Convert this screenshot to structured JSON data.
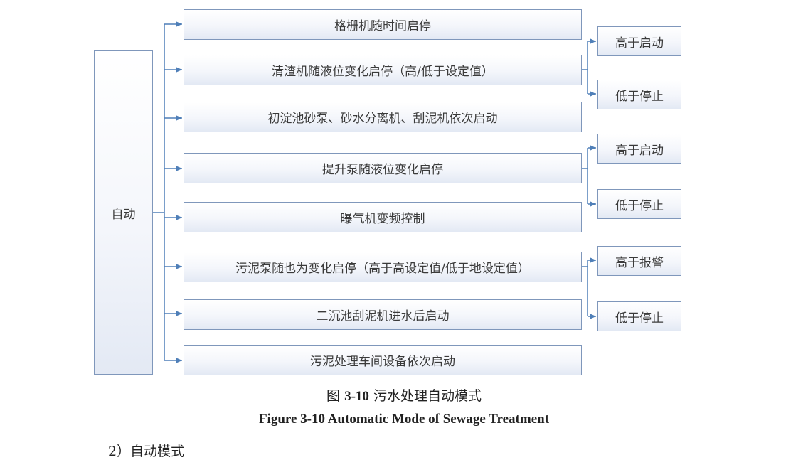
{
  "diagram": {
    "root": "自动",
    "steps": [
      "格栅机随时间启停",
      "清渣机随液位变化启停（高/低于设定值）",
      "初淀池砂泵、砂水分离机、刮泥机依次启动",
      "提升泵随液位变化启停",
      "曝气机变频控制",
      "污泥泵随也为变化启停（高于高设定值/低于地设定值）",
      "二沉池刮泥机进水后启动",
      "污泥处理车间设备依次启动"
    ],
    "branch_groups": [
      {
        "step_index": 1,
        "high": "高于启动",
        "low": "低于停止"
      },
      {
        "step_index": 3,
        "high": "高于启动",
        "low": "低于停止"
      },
      {
        "step_index": 5,
        "high": "高于报警",
        "low": "低于停止"
      }
    ]
  },
  "caption": {
    "zh_prefix": "图",
    "zh_number": "3-10",
    "zh_title": "污水处理自动模式",
    "en": "Figure 3-10 Automatic Mode of Sewage Treatment"
  },
  "partial_text": "2）自动模式",
  "colors": {
    "line": "#4f7fb8",
    "box_border": "#7f97bb",
    "box_fill_bottom": "#e3e9f4"
  }
}
